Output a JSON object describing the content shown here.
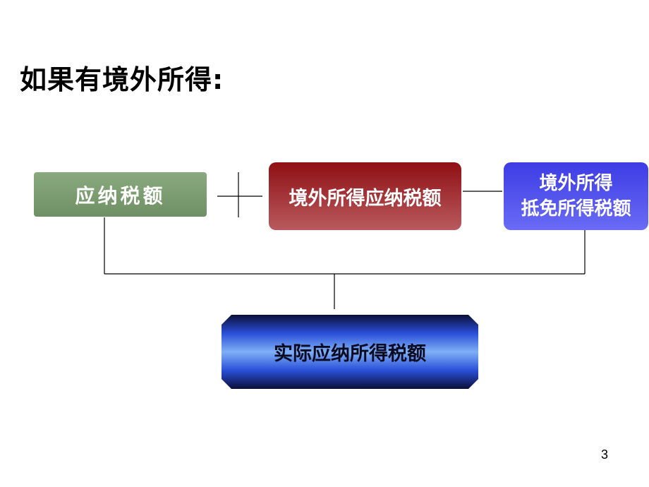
{
  "slide": {
    "title": "如果有境外所得:",
    "page_number": "3"
  },
  "diagram": {
    "box_payable": "应纳税额",
    "box_foreign": "境外所得应纳税额",
    "box_credit_line1": "境外所得",
    "box_credit_line2": "抵免所得税额",
    "box_result": "实际应纳所得税额",
    "operators": [
      "plus-icon",
      "minus-icon"
    ]
  },
  "colors": {
    "green_box": "#7a9b6e",
    "red_box": "#a8363a",
    "blue_box": "#5050ee",
    "result_box": "#2a4fd8",
    "line": "#000000"
  }
}
